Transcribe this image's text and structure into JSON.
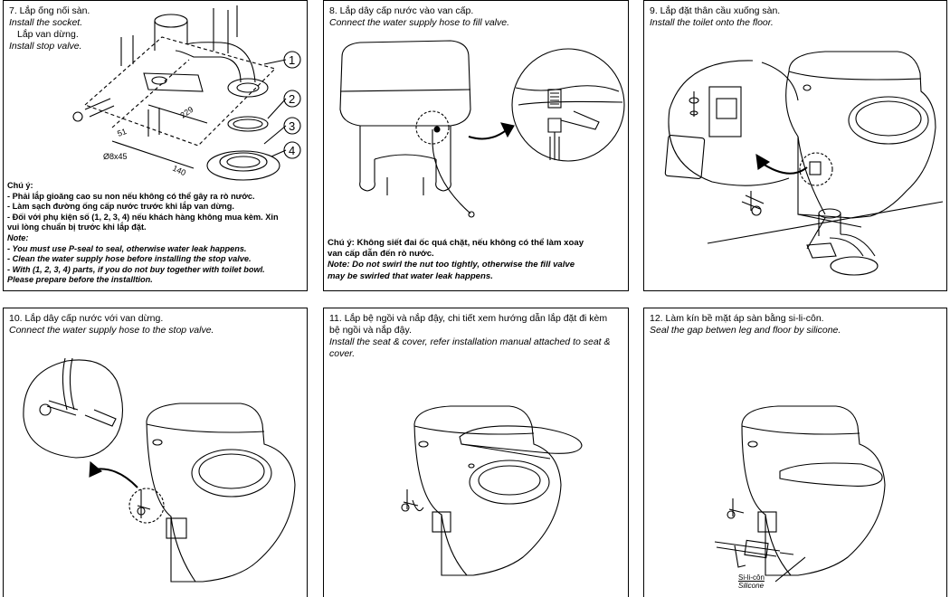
{
  "step7": {
    "title_vi": "7. Lắp ống nối sàn.",
    "title_en": "Install the socket.",
    "sub_vi": "Lắp van dừng.",
    "sub_en": "Install stop valve.",
    "dims": {
      "d1": "51",
      "d2": "229",
      "d3": "Ø8x45",
      "d4": "140"
    },
    "parts": [
      "1",
      "2",
      "3",
      "4"
    ],
    "note_vi_heading": "Chú ý:",
    "note_vi": [
      "- Phải lắp gioăng cao su non nếu không có thể gây ra rò nước.",
      "- Làm sạch đường ống cấp nước trước khi lắp van dừng.",
      "- Đối với phụ kiện số (1, 2, 3, 4) nếu khách hàng không mua kèm. Xin",
      "  vui lòng chuẩn bị trước khi lắp đặt."
    ],
    "note_en_heading": "Note:",
    "note_en": [
      "- You must use P-seal to seal, otherwise water leak happens.",
      "- Clean the water supply hose before installing the stop valve.",
      "- With (1, 2, 3, 4) parts, if you do not buy together with toilet bowl.",
      "  Please prepare before the installtion."
    ]
  },
  "step8": {
    "title_vi": "8. Lắp dây cấp nước vào van cấp.",
    "title_en": "Connect the water supply hose to fill valve.",
    "note_vi": "Chú ý: Không siết đai ốc quá chặt, nếu không có thể làm xoay",
    "note_vi2": "van cấp dẫn đến rò nước.",
    "note_en": "Note: Do not swirl the nut too tightly, otherwise the fill valve",
    "note_en2": "may be swirled that water leak happens."
  },
  "step9": {
    "title_vi": "9. Lắp đặt thân cầu xuống sàn.",
    "title_en": "Install the toilet onto the floor."
  },
  "step10": {
    "title_vi": "10. Lắp dây cấp nước với van dừng.",
    "title_en": "Connect the water supply hose to the stop valve."
  },
  "step11": {
    "title_vi": "11. Lắp bệ ngồi và nắp đậy, chi tiết xem hướng dẫn lắp đặt đi kèm",
    "title_vi2": "bệ ngồi và nắp đậy.",
    "title_en": "Install the seat & cover, refer installation manual attached to seat &",
    "title_en2": "cover."
  },
  "step12": {
    "title_vi": "12. Làm kín bề mặt áp sàn bằng si-li-côn.",
    "title_en": "Seal the gap betwen leg and floor by silicone.",
    "label_vi": "Si-li-côn",
    "label_en": "Silicone"
  }
}
